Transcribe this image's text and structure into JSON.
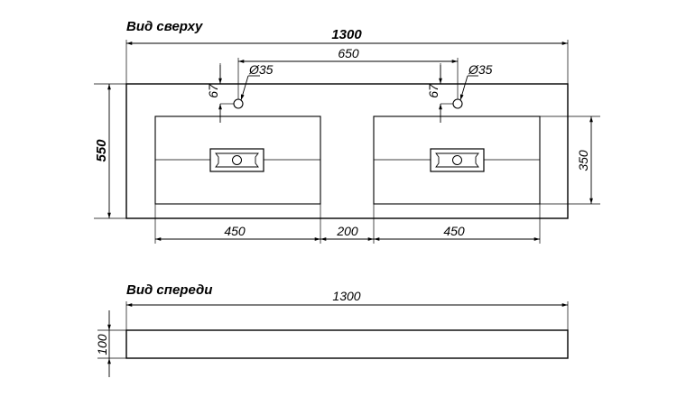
{
  "views": {
    "top_title": "Вид сверху",
    "front_title": "Вид спереди"
  },
  "dimensions": {
    "overall_width_top": "1300",
    "tap_spacing": "650",
    "hole_diameter_left": "Ø35",
    "hole_diameter_right": "Ø35",
    "hole_offset_left": "67",
    "hole_offset_right": "67",
    "depth": "550",
    "basin_depth": "350",
    "basin_width_left": "450",
    "gap_width": "200",
    "basin_width_right": "450",
    "overall_width_front": "1300",
    "thickness": "100"
  }
}
